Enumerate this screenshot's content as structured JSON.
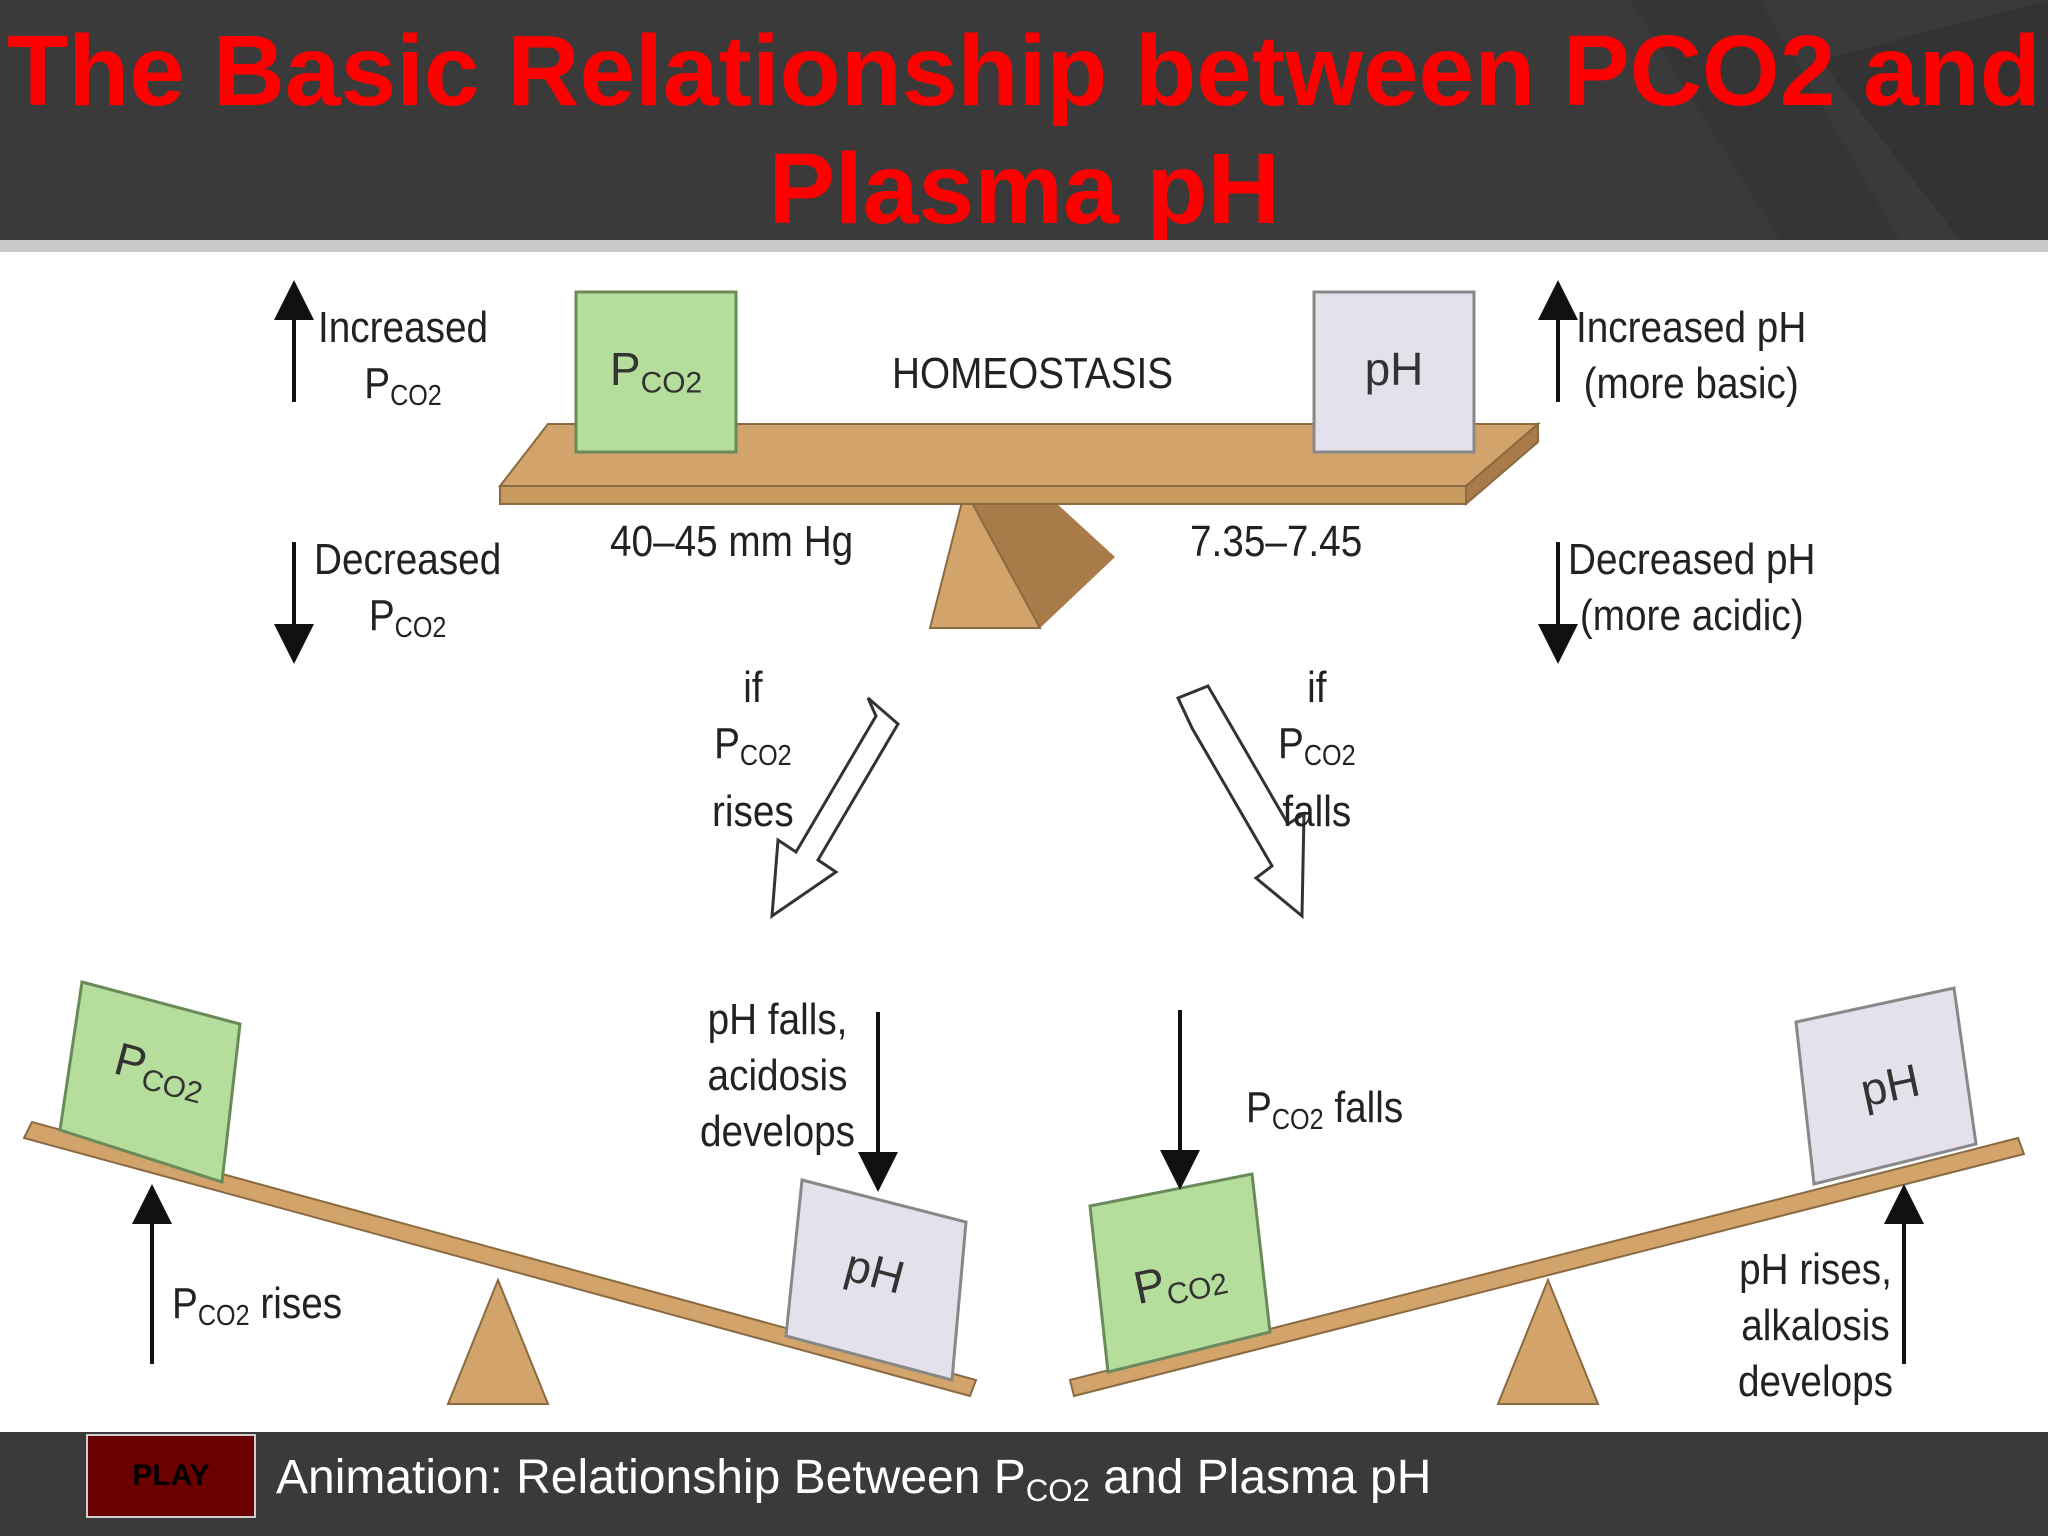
{
  "title": "The Basic Relationship between PCO2 and Plasma pH",
  "diagram": {
    "top": {
      "increased_pco2": [
        "Increased",
        "P"
      ],
      "decreased_pco2": [
        "Decreased",
        "P"
      ],
      "increased_ph": [
        "Increased pH",
        "(more basic)"
      ],
      "decreased_ph": [
        "Decreased pH",
        "(more acidic)"
      ],
      "homeostasis": "HOMEOSTASIS",
      "pco2_range": "40–45 mm Hg",
      "ph_range": "7.35–7.45",
      "box_pco2": "P",
      "box_ph": "pH"
    },
    "co2_sub": "CO",
    "co2_sub2": "2",
    "if_rises": [
      "if",
      "P",
      "rises"
    ],
    "if_falls": [
      "if",
      "P",
      "falls"
    ],
    "bottom_left": {
      "box_pco2": "P",
      "box_ph": "pH",
      "ph_falls": [
        "pH falls,",
        "acidosis",
        "develops"
      ],
      "pco2_rises": "rises"
    },
    "bottom_right": {
      "box_pco2": "P",
      "box_ph": "pH",
      "pco2_falls": "falls",
      "ph_rises": [
        "pH rises,",
        "alkalosis",
        "develops"
      ]
    }
  },
  "footer": {
    "play_label": "PLAY",
    "caption_prefix": "Animation: Relationship Between P",
    "caption_sub": "CO2",
    "caption_suffix": " and Plasma pH"
  },
  "colors": {
    "title": "#ff0000",
    "header_bg": "#3a3a3a",
    "wood": "#d2a36a",
    "wood_dark": "#a87b48",
    "pco2_box": "#b5dd9c",
    "ph_box": "#e4e0ec",
    "play_bg": "#6b0000"
  }
}
